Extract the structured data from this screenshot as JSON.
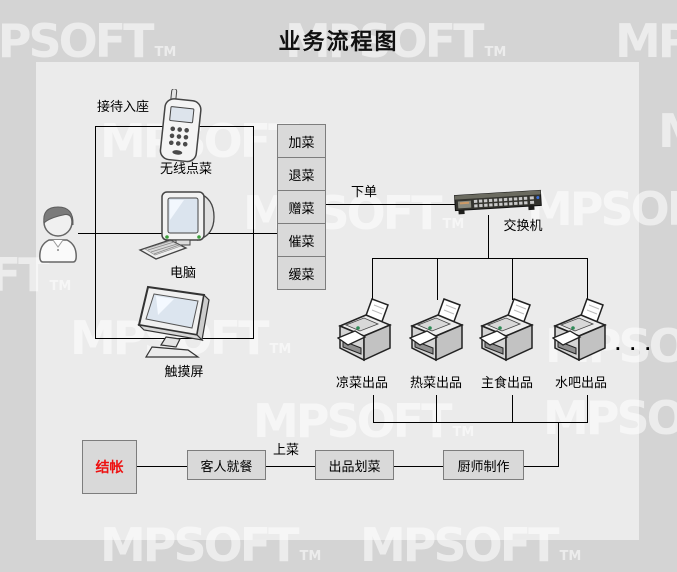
{
  "title": "业务流程图",
  "watermark": {
    "text": "MPSOFT",
    "tm": "TM"
  },
  "colors": {
    "background": "#d4d4d4",
    "panel": "#ebebeb",
    "box_fill": "#d9d9d9",
    "box_border": "#7d7d7d",
    "connector": "#000000",
    "checkout_text": "#ee1111"
  },
  "entry": {
    "reception_label": "接待入座"
  },
  "devices": {
    "wireless": "无线点菜",
    "computer": "电脑",
    "touchscreen": "触摸屏"
  },
  "order_ops": [
    "加菜",
    "退菜",
    "赠菜",
    "催菜",
    "缓菜"
  ],
  "order_flow": {
    "place_order_label": "下单",
    "switch_label": "交换机"
  },
  "stations": {
    "printers": [
      "凉菜出品",
      "热菜出品",
      "主食出品",
      "水吧出品"
    ],
    "more_indicator": "· · ·"
  },
  "service_flow": {
    "checkout": "结帐",
    "guest_dining": "客人就餐",
    "serve_label": "上菜",
    "dish_marking": "出品划菜",
    "chef_cooking": "厨师制作"
  }
}
